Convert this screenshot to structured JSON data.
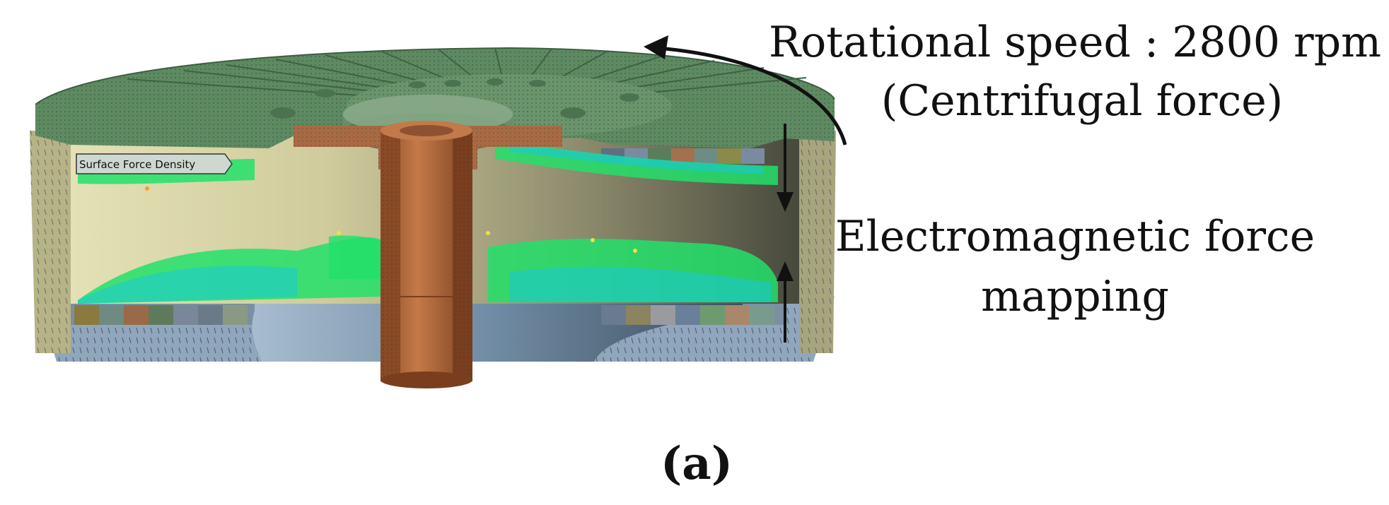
{
  "annotations": {
    "rotation_line1": "Rotational speed : 2800 rpm",
    "rotation_line2": "(Centrifugal force)",
    "em_line1": "Electromagnetic force",
    "em_line2": "mapping"
  },
  "legend_tag": "Surface Force Density",
  "panel_label": "(a)",
  "colors": {
    "rotor_green": "#5e8a62",
    "copper_shaft": "#b06a3c",
    "stator_blue": "#8fa6bd",
    "force_green": "#22e06a",
    "force_cyan": "#18c8d8",
    "force_yellow": "#f0e040",
    "chamber_light": "#d6d3a8",
    "chamber_dark": "#4d4e3c",
    "arrow": "#111111"
  }
}
